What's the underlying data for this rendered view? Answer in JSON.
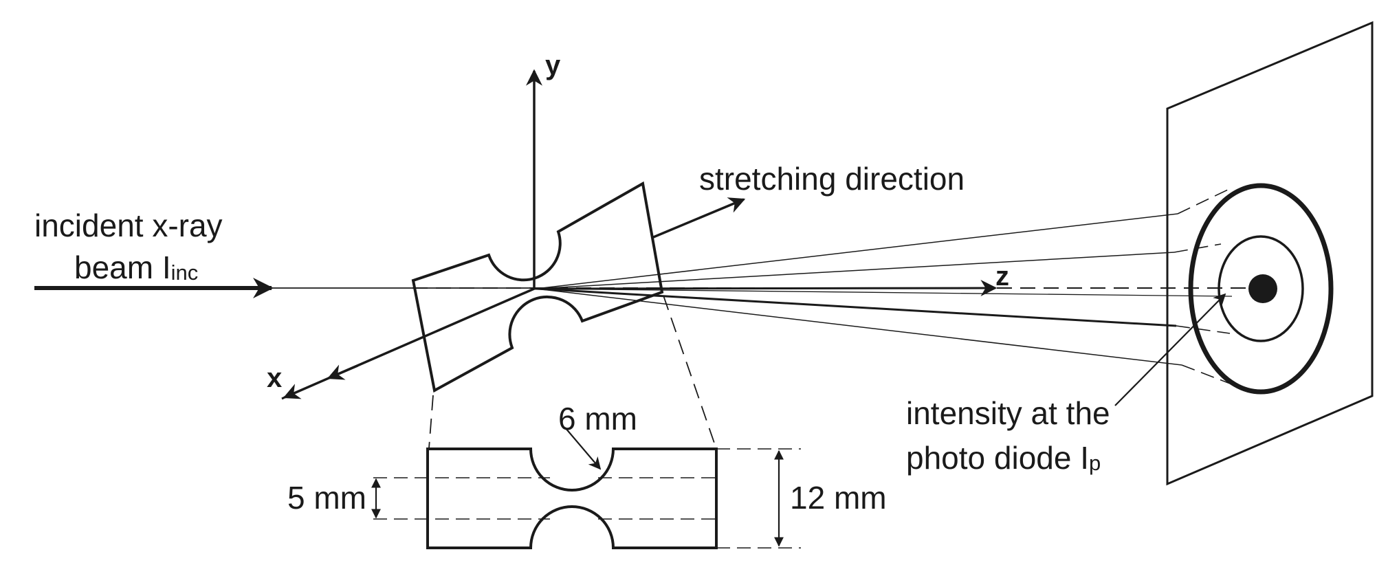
{
  "labels": {
    "incident_line1": "incident x-ray",
    "incident_line2_main": "beam I",
    "incident_line2_sub": "inc",
    "stretching": "stretching direction",
    "axis_y": "y",
    "axis_z": "z",
    "axis_x": "x",
    "intensity_line1": "intensity at the",
    "intensity_line2_main": "photo diode I",
    "intensity_line2_sub": "p",
    "dim_radius": "6 mm",
    "dim_width": "5 mm",
    "dim_height": "12 mm"
  },
  "colors": {
    "ink": "#1a1a1a",
    "background": "#ffffff"
  }
}
